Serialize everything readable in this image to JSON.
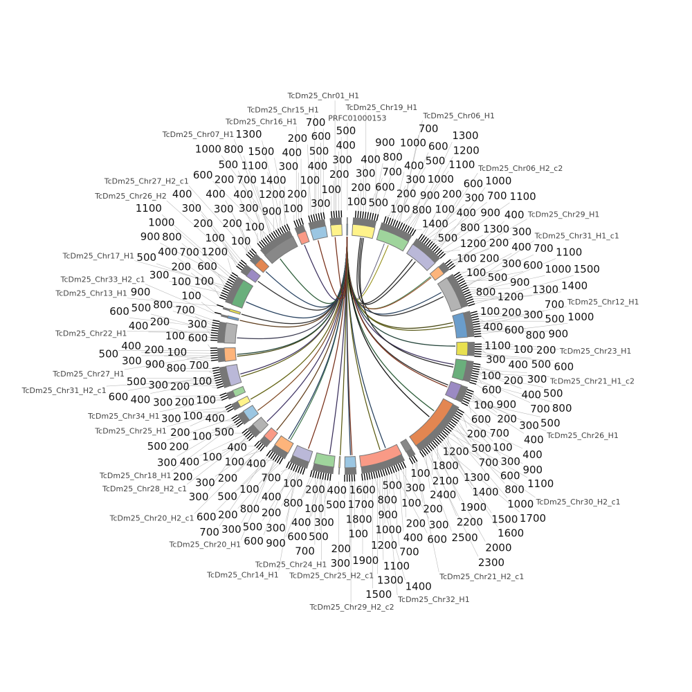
{
  "chart_data": {
    "type": "circos",
    "tick_interval": 100,
    "segments": [
      {
        "name": "PRFC01000153",
        "length": 50,
        "color": "#9bc6e2"
      },
      {
        "name": "TcDm25_Chr19_H1",
        "length": 1000,
        "color": "#fff38a"
      },
      {
        "name": "TcDm25_Chr06_H1",
        "length": 1400,
        "color": "#9fd49c"
      },
      {
        "name": "TcDm25_Chr06_H2_c2",
        "length": 1300,
        "color": "#bab8d8"
      },
      {
        "name": "TcDm25_Chr29_H1",
        "length": 400,
        "color": "#fdb47b"
      },
      {
        "name": "TcDm25_Chr31_H1_c1",
        "length": 1500,
        "color": "#b3b3b3"
      },
      {
        "name": "TcDm25_Chr12_H1",
        "length": 1100,
        "color": "#6a9dcb"
      },
      {
        "name": "TcDm25_Chr23_H1",
        "length": 600,
        "color": "#e8e050"
      },
      {
        "name": "TcDm25_Chr21_H1_c2",
        "length": 900,
        "color": "#6aaf7c"
      },
      {
        "name": "TcDm25_Chr26_H1",
        "length": 700,
        "color": "#9b8ac3"
      },
      {
        "name": "TcDm25_Chr30_H2_c1",
        "length": 2500,
        "color": "#e38651"
      },
      {
        "name": "TcDm25_Chr21_H2_c1",
        "length": 300,
        "color": "#888888"
      },
      {
        "name": "TcDm25_Chr32_H1",
        "length": 1900,
        "color": "#f99a86"
      },
      {
        "name": "TcDm25_Chr29_H2_c2",
        "length": 500,
        "color": "#9bc6e2"
      },
      {
        "name": "TcDm25_Chr25_H2_c1",
        "length": 50,
        "color": "#fff38a"
      },
      {
        "name": "TcDm25_Chr24_H1",
        "length": 900,
        "color": "#9fd49c"
      },
      {
        "name": "TcDm25_Chr14_H1",
        "length": 800,
        "color": "#bab8d8"
      },
      {
        "name": "TcDm25_Chr20_H1",
        "length": 700,
        "color": "#fdb47b"
      },
      {
        "name": "TcDm25_Chr20_H2_c1",
        "length": 400,
        "color": "#f99a86"
      },
      {
        "name": "TcDm25_Chr28_H2_c1",
        "length": 500,
        "color": "#b3b3b3"
      },
      {
        "name": "TcDm25_Chr18_H1",
        "length": 500,
        "color": "#9bc6e2"
      },
      {
        "name": "TcDm25_Chr25_H1",
        "length": 300,
        "color": "#fff38a"
      },
      {
        "name": "TcDm25_Chr34_H1",
        "length": 300,
        "color": "#9fd49c"
      },
      {
        "name": "TcDm25_Chr31_H2_c1",
        "length": 900,
        "color": "#bab8d8"
      },
      {
        "name": "TcDm25_Chr27_H1",
        "length": 600,
        "color": "#fdb47b"
      },
      {
        "name": "TcDm25_Chr22_H1",
        "length": 900,
        "color": "#b3b3b3"
      },
      {
        "name": "TcDm25_Chr33_H2_c1",
        "length": 100,
        "color": "#6a9dcb"
      },
      {
        "name": "TcDm25_Chr13_H1",
        "length": 100,
        "color": "#e8e050"
      },
      {
        "name": "TcDm25_Chr17_H1",
        "length": 1200,
        "color": "#6aaf7c"
      },
      {
        "name": "TcDm25_Chr26_H2",
        "length": 400,
        "color": "#9b8ac3"
      },
      {
        "name": "TcDm25_Chr27_H2_c1",
        "length": 400,
        "color": "#e38651"
      },
      {
        "name": "TcDm25_Chr07_H1",
        "length": 1500,
        "color": "#888888"
      },
      {
        "name": "TcDm25_Chr16_H1",
        "length": 400,
        "color": "#f99a86"
      },
      {
        "name": "TcDm25_Chr15_H1",
        "length": 700,
        "color": "#9bc6e2"
      },
      {
        "name": "TcDm25_Chr01_H1",
        "length": 500,
        "color": "#fff38a"
      }
    ],
    "links": [
      {
        "from": 0,
        "to": 2,
        "color": "#bab8d8"
      },
      {
        "from": 0,
        "to": 2,
        "color": "#e8e050"
      },
      {
        "from": 0,
        "to": 3,
        "color": "#333333"
      },
      {
        "from": 0,
        "to": 4,
        "color": "#6aaf7c"
      },
      {
        "from": 0,
        "to": 4,
        "color": "#e38651"
      },
      {
        "from": 0,
        "to": 5,
        "color": "#3b5f8a"
      },
      {
        "from": 0,
        "to": 6,
        "color": "#6b6b1e"
      },
      {
        "from": 0,
        "to": 6,
        "color": "#8a8a20"
      },
      {
        "from": 0,
        "to": 7,
        "color": "#2f5f4f"
      },
      {
        "from": 0,
        "to": 8,
        "color": "#5a4a8a"
      },
      {
        "from": 0,
        "to": 9,
        "color": "#333333"
      },
      {
        "from": 0,
        "to": 9,
        "color": "#b04a2a"
      },
      {
        "from": 0,
        "to": 10,
        "color": "#3a7a4a"
      },
      {
        "from": 0,
        "to": 10,
        "color": "#111111"
      },
      {
        "from": 0,
        "to": 12,
        "color": "#3b5f8a"
      },
      {
        "from": 0,
        "to": 12,
        "color": "#8a8a20"
      },
      {
        "from": 0,
        "to": 13,
        "color": "#b04a2a"
      },
      {
        "from": 0,
        "to": 13,
        "color": "#3b5f8a"
      },
      {
        "from": 0,
        "to": 14,
        "color": "#8a8a20"
      },
      {
        "from": 0,
        "to": 15,
        "color": "#5a4a8a"
      },
      {
        "from": 0,
        "to": 16,
        "color": "#b04a2a"
      },
      {
        "from": 0,
        "to": 17,
        "color": "#6aaf7c"
      },
      {
        "from": 0,
        "to": 17,
        "color": "#3b5f8a"
      },
      {
        "from": 0,
        "to": 18,
        "color": "#8a5a2a"
      },
      {
        "from": 0,
        "to": 19,
        "color": "#5a4a8a"
      },
      {
        "from": 0,
        "to": 21,
        "color": "#8a8a20"
      },
      {
        "from": 0,
        "to": 20,
        "color": "#b06a3a"
      },
      {
        "from": 0,
        "to": 23,
        "color": "#8a8a20"
      },
      {
        "from": 0,
        "to": 23,
        "color": "#5a4a8a"
      },
      {
        "from": 0,
        "to": 24,
        "color": "#6b6b1e"
      },
      {
        "from": 0,
        "to": 24,
        "color": "#2f5f4f"
      },
      {
        "from": 0,
        "to": 25,
        "color": "#5a5a7a"
      },
      {
        "from": 0,
        "to": 26,
        "color": "#8a5a2a"
      },
      {
        "from": 0,
        "to": 27,
        "color": "#444444"
      },
      {
        "from": 0,
        "to": 28,
        "color": "#3b5f8a"
      },
      {
        "from": 0,
        "to": 29,
        "color": "#444444"
      },
      {
        "from": 0,
        "to": 30,
        "color": "#3b5f8a"
      },
      {
        "from": 0,
        "to": 31,
        "color": "#3a7a4a"
      },
      {
        "from": 0,
        "to": 32,
        "color": "#5a4a8a"
      },
      {
        "from": 0,
        "to": 33,
        "color": "#b04a2a"
      },
      {
        "from": 0,
        "to": 34,
        "color": "#b04a2a"
      },
      {
        "from": 1,
        "to": 3,
        "color": "#333333"
      },
      {
        "from": 1,
        "to": 5,
        "color": "#444444"
      },
      {
        "from": 1,
        "to": 8,
        "color": "#333333"
      }
    ]
  }
}
